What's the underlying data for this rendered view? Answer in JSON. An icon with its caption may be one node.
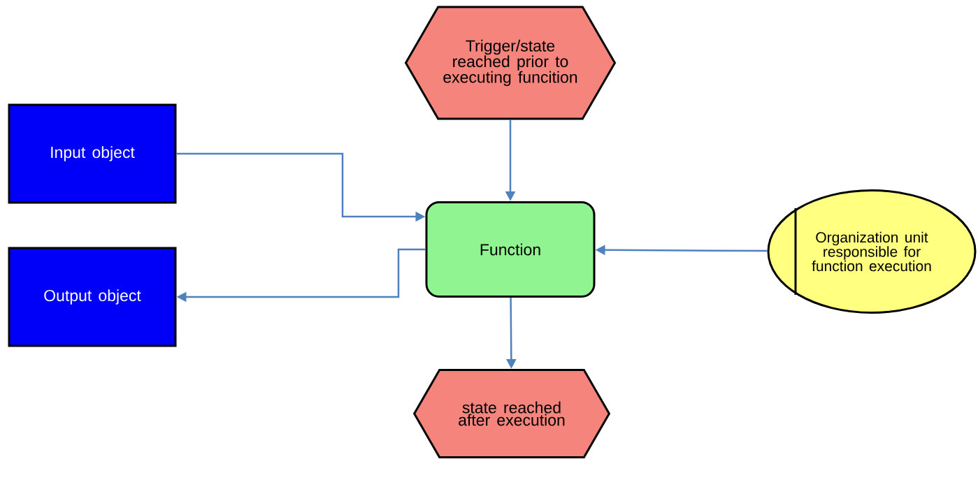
{
  "diagram": {
    "nodes": [
      {
        "text": [
          "Trigger/state reached prior to executing funcition"
        ]
      },
      {
        "text": [
          "Input object"
        ]
      },
      {
        "text": [
          "Function"
        ]
      },
      {
        "text": [
          "Organization unit responsible for function execution"
        ]
      },
      {
        "text": [
          "Output object"
        ]
      },
      {
        "text": [
          "state reached after execution"
        ]
      }
    ],
    "edges": [
      {
        "from": 0,
        "to": 2,
        "arrow": "to"
      },
      {
        "from": 1,
        "to": 2,
        "arrow": "to"
      },
      {
        "from": 3,
        "to": 2,
        "arrow": "to"
      },
      {
        "from": 2,
        "to": 4,
        "arrow": "to"
      },
      {
        "from": 2,
        "to": 5,
        "arrow": "to"
      }
    ]
  }
}
